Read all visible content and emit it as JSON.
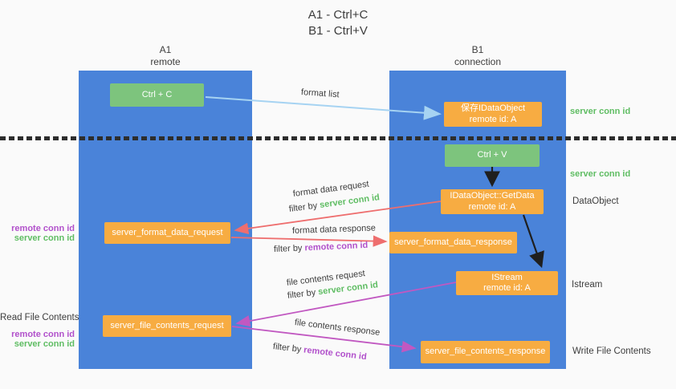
{
  "title": {
    "line1": "A1 - Ctrl+C",
    "line2": "B1 - Ctrl+V"
  },
  "lanes": {
    "left": {
      "name": "A1",
      "role": "remote"
    },
    "right": {
      "name": "B1",
      "role": "connection"
    }
  },
  "nodes": {
    "ctrl_c": {
      "label": "Ctrl + C"
    },
    "save_idataobject": {
      "line1": "保存IDataObject",
      "line2": "remote id: A"
    },
    "ctrl_v": {
      "label": "Ctrl + V"
    },
    "getdata": {
      "line1": "IDataObject::GetData",
      "line2": "remote id: A"
    },
    "server_format_data_request": {
      "label": "server_format_data_request"
    },
    "server_format_data_response": {
      "label": "server_format_data_response"
    },
    "istream": {
      "line1": "IStream",
      "line2": "remote id: A"
    },
    "server_file_contents_request": {
      "label": "server_file_contents_request"
    },
    "server_file_contents_response": {
      "label": "server_file_contents_response"
    }
  },
  "right_labels": {
    "server_conn_id_top": "server conn id",
    "server_conn_id_mid": "server conn id",
    "dataobject": "DataObject",
    "istream": "Istream",
    "write_file_contents": "Write File Contents"
  },
  "left_labels": {
    "remote_conn_id_1": "remote conn id",
    "server_conn_id_1": "server conn id",
    "read_file_contents": "Read File Contents",
    "remote_conn_id_2": "remote conn id",
    "server_conn_id_2": "server conn id"
  },
  "arrow_labels": {
    "format_list": "format list",
    "format_data_request": "format data request",
    "filter1": {
      "prefix": "filter by ",
      "value": "server conn id"
    },
    "format_data_response": "format data response",
    "filter2": {
      "prefix": "filter by ",
      "value": "remote conn id"
    },
    "file_contents_request": "file contents request",
    "filter3": {
      "prefix": "filter by ",
      "value": "server conn id"
    },
    "file_contents_response": "file contents response",
    "filter4": {
      "prefix": "filter by ",
      "value": "remote conn id"
    }
  },
  "colors": {
    "background": "#fafafa",
    "column_blue": "#4a83d9",
    "box_green": "#7dc47d",
    "box_orange": "#f7ac42",
    "arrow_lightblue": "#a6d3f2",
    "arrow_red": "#ee6e6e",
    "arrow_magenta": "#c158c1",
    "arrow_black": "#1f1f1f",
    "text_green": "#5fbd63",
    "text_purple": "#b150cb",
    "text_dark": "#3d3d3d",
    "divider": "#2d2d2d",
    "box_text": "#ffffff"
  }
}
